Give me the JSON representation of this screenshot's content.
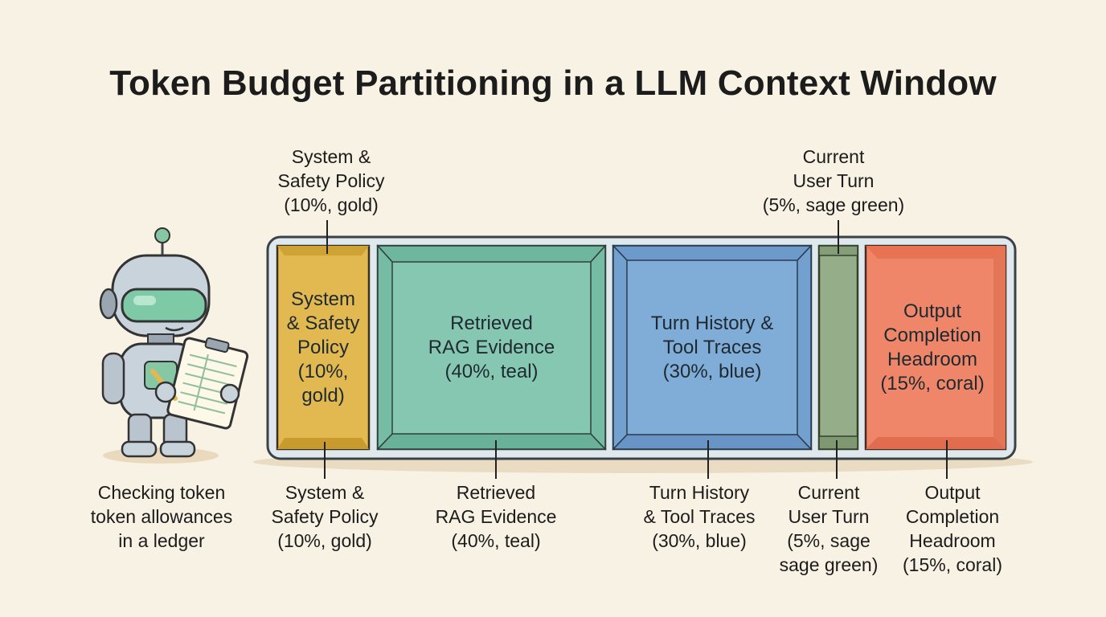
{
  "title": "Token Budget Partitioning in a LLM Context Window",
  "colors": {
    "gold": "#e2b950",
    "teal": "#86c7b1",
    "blue": "#80acd8",
    "sage": "#95ad88",
    "coral": "#ef8669",
    "window_frame": "#dde6ea"
  },
  "robot_caption": [
    "Checking token",
    "token allowances",
    "in a ledger"
  ],
  "segments": [
    {
      "id": "system",
      "inside": [
        "System",
        "& Safety",
        "Policy",
        "(10%,",
        "gold)"
      ],
      "top_callout": [
        "System &",
        "Safety Policy",
        "(10%, gold)"
      ],
      "bottom_callout": [
        "System &",
        "Safety Policy",
        "(10%, gold)"
      ]
    },
    {
      "id": "rag",
      "inside": [
        "Retrieved",
        "RAG Evidence",
        "(40%, teal)"
      ],
      "bottom_callout": [
        "Retrieved",
        "RAG Evidence",
        "(40%, teal)"
      ]
    },
    {
      "id": "history",
      "inside": [
        "Turn History &",
        "Tool Traces",
        "(30%, blue)"
      ],
      "bottom_callout": [
        "Turn History",
        "& Tool Traces",
        "(30%, blue)"
      ]
    },
    {
      "id": "user",
      "top_callout": [
        "Current",
        "User Turn",
        "(5%, sage green)"
      ],
      "bottom_callout": [
        "Current",
        "User Turn",
        "(5%, sage",
        "sage green)"
      ]
    },
    {
      "id": "output",
      "inside": [
        "Output",
        "Completion",
        "Headroom",
        "(15%, coral)"
      ],
      "bottom_callout": [
        "Output",
        "Completion",
        "Headroom",
        "(15%, coral)"
      ]
    }
  ]
}
